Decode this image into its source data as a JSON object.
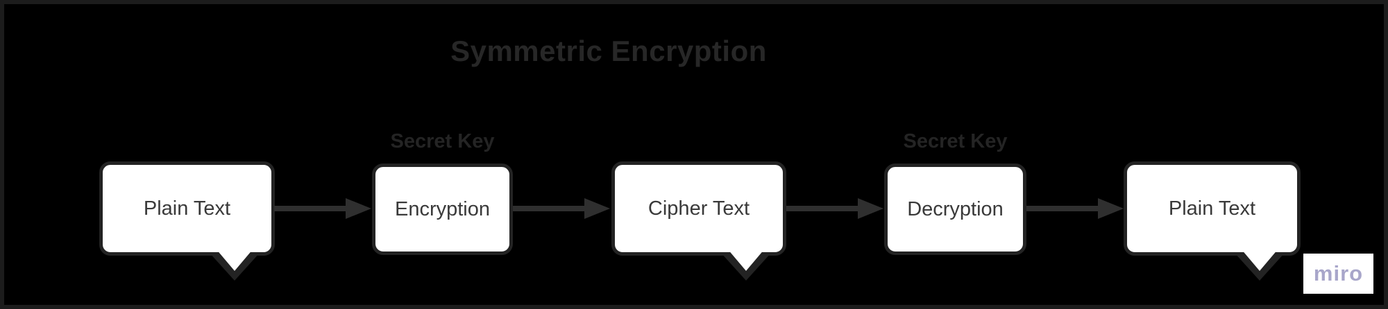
{
  "title": "Symmetric Encryption",
  "nodes": [
    {
      "label": "Plain Text",
      "shape": "speech-bubble"
    },
    {
      "label": "Encryption",
      "shape": "rounded-rect",
      "key_label": "Secret Key"
    },
    {
      "label": "Cipher Text",
      "shape": "speech-bubble"
    },
    {
      "label": "Decryption",
      "shape": "rounded-rect",
      "key_label": "Secret Key"
    },
    {
      "label": "Plain Text",
      "shape": "speech-bubble"
    }
  ],
  "connectors": [
    {
      "from": "Plain Text",
      "to": "Encryption",
      "type": "arrow-right"
    },
    {
      "from": "Encryption",
      "to": "Cipher Text",
      "type": "arrow-right"
    },
    {
      "from": "Cipher Text",
      "to": "Decryption",
      "type": "arrow-right"
    },
    {
      "from": "Decryption",
      "to": "Plain Text",
      "type": "arrow-right"
    }
  ],
  "watermark": {
    "label": "miro"
  },
  "colors": {
    "background": "#000000",
    "frame": "#1c1c1c",
    "node_fill": "#ffffff",
    "node_border": "#232323",
    "node_text": "#3a3a3a",
    "heading_text": "#272727",
    "key_label_text": "#242424",
    "arrow": "#2f2f2f",
    "watermark_bg": "#ffffff",
    "watermark_text": "#a8a6ca"
  }
}
